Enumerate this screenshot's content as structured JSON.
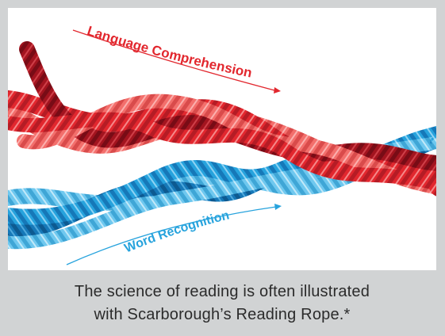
{
  "diagram": {
    "top_label": "Language Comprehension",
    "bottom_label": "Word Recognition",
    "colors": {
      "language_comprehension": "#e2272e",
      "language_comprehension_light": "#f26d6d",
      "language_comprehension_dark": "#a3141f",
      "word_recognition": "#27a3dd",
      "word_recognition_light": "#7fd0f2",
      "word_recognition_dark": "#1678b8"
    }
  },
  "caption": {
    "line1": "The science of reading is often illustrated",
    "line2": "with Scarborough’s Reading Rope.*"
  }
}
